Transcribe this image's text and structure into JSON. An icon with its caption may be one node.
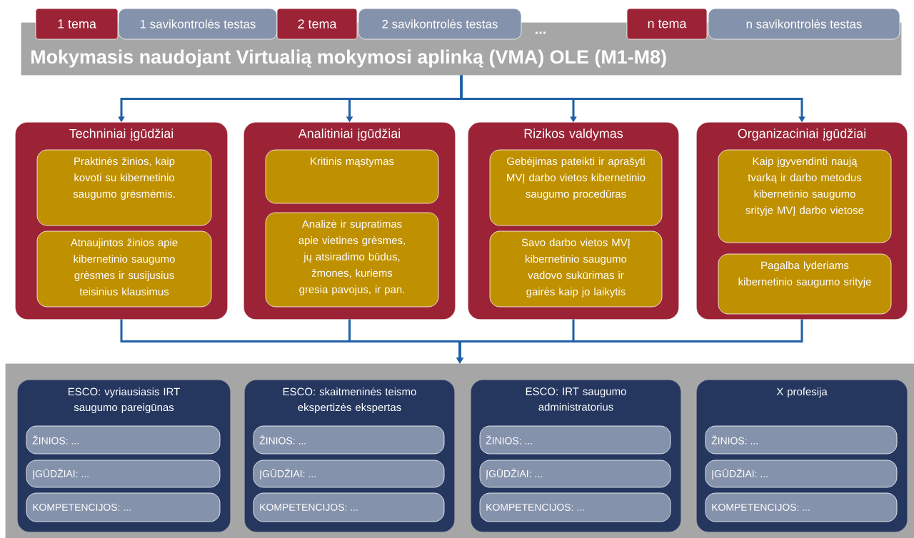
{
  "diagram": {
    "nodes": [
      {
        "text": [
          "1 tema"
        ]
      },
      {
        "text": [
          "1 savikontrolės testas"
        ]
      },
      {
        "text": [
          "2 tema"
        ]
      },
      {
        "text": [
          "2 savikontrolės testas"
        ]
      },
      {
        "text": [
          "n tema"
        ]
      },
      {
        "text": [
          "n savikontrolės testas"
        ]
      },
      {
        "text": [
          "Mokymasis naudojant Virtualią mokymosi aplinką (VMA) OLE (M1-M8)"
        ]
      },
      {
        "text": [
          "Techniniai įgūdžiai"
        ]
      },
      {
        "text": [
          "Praktinės žinios, kaip kovoti su kibernetinio saugumo grėsmėmis."
        ],
        "in": 7
      },
      {
        "text": [
          "Atnaujintos žinios apie kibernetinio saugumo grėsmes ir susijusius teisinius klausimus"
        ],
        "in": 7
      },
      {
        "text": [
          "Analitiniai įgūdžiai"
        ]
      },
      {
        "text": [
          "Kritinis mąstymas"
        ],
        "in": 10
      },
      {
        "text": [
          "Analizė ir supratimas apie vietines grėsmes, jų atsiradimo būdus, žmones, kuriems gresia pavojus, ir pan."
        ],
        "in": 10
      },
      {
        "text": [
          "Rizikos valdymas"
        ]
      },
      {
        "text": [
          "Gebėjimas pateikti ir aprašyti MVĮ darbo vietos kibernetinio saugumo procedūras"
        ],
        "in": 13
      },
      {
        "text": [
          "Savo darbo vietos MVĮ kibernetinio saugumo vadovo sukūrimas ir gairės kaip jo laikytis"
        ],
        "in": 13
      },
      {
        "text": [
          "Organizaciniai įgūdžiai"
        ]
      },
      {
        "text": [
          "Kaip įgyvendinti naują tvarką ir darbo metodus kibernetinio saugumo srityje MVĮ darbo vietose"
        ],
        "in": 16
      },
      {
        "text": [
          "Pagalba lyderiams kibernetinio saugumo srityje"
        ],
        "in": 16
      },
      {
        "text": [],
        "shape": "box"
      },
      {
        "text": [
          "ESCO: vyriausiasis IRT saugumo pareigūnas"
        ],
        "in": 19
      },
      {
        "text": [
          "ŽINIOS: ..."
        ],
        "in": 20
      },
      {
        "text": [
          "ĮGŪDŽIAI: ..."
        ],
        "in": 20
      },
      {
        "text": [
          "KOMPETENCIJOS: ..."
        ],
        "in": 20
      },
      {
        "text": [
          "ESCO: skaitmeninės teismo ekspertizės ekspertas"
        ],
        "in": 19
      },
      {
        "text": [
          "ŽINIOS: ..."
        ],
        "in": 24
      },
      {
        "text": [
          "ĮGŪDŽIAI: ..."
        ],
        "in": 24
      },
      {
        "text": [
          "KOMPETENCIJOS: ..."
        ],
        "in": 24
      },
      {
        "text": [
          "ESCO: IRT saugumo administratorius"
        ],
        "in": 19
      },
      {
        "text": [
          "ŽINIOS: ..."
        ],
        "in": 28
      },
      {
        "text": [
          "ĮGŪDŽIAI: ..."
        ],
        "in": 28
      },
      {
        "text": [
          "KOMPETENCIJOS: ..."
        ],
        "in": 28
      },
      {
        "text": [
          "X profesija"
        ],
        "in": 19
      },
      {
        "text": [
          "ŽINIOS: ..."
        ],
        "in": 32
      },
      {
        "text": [
          "ĮGŪDŽIAI: ..."
        ],
        "in": 32
      },
      {
        "text": [
          "KOMPETENCIJOS: ..."
        ],
        "in": 32
      }
    ],
    "edges": [
      {
        "from": 6,
        "to": 7,
        "arrow": "to"
      },
      {
        "from": 6,
        "to": 10,
        "arrow": "to"
      },
      {
        "from": 6,
        "to": 13,
        "arrow": "to"
      },
      {
        "from": 6,
        "to": 16,
        "arrow": "to"
      },
      {
        "from": 7,
        "to": 19,
        "arrow": "to"
      },
      {
        "from": 10,
        "to": 19,
        "arrow": "to"
      },
      {
        "from": 13,
        "to": 19,
        "arrow": "to"
      },
      {
        "from": 16,
        "to": 19,
        "arrow": "to"
      }
    ],
    "labels": [
      "..."
    ]
  }
}
